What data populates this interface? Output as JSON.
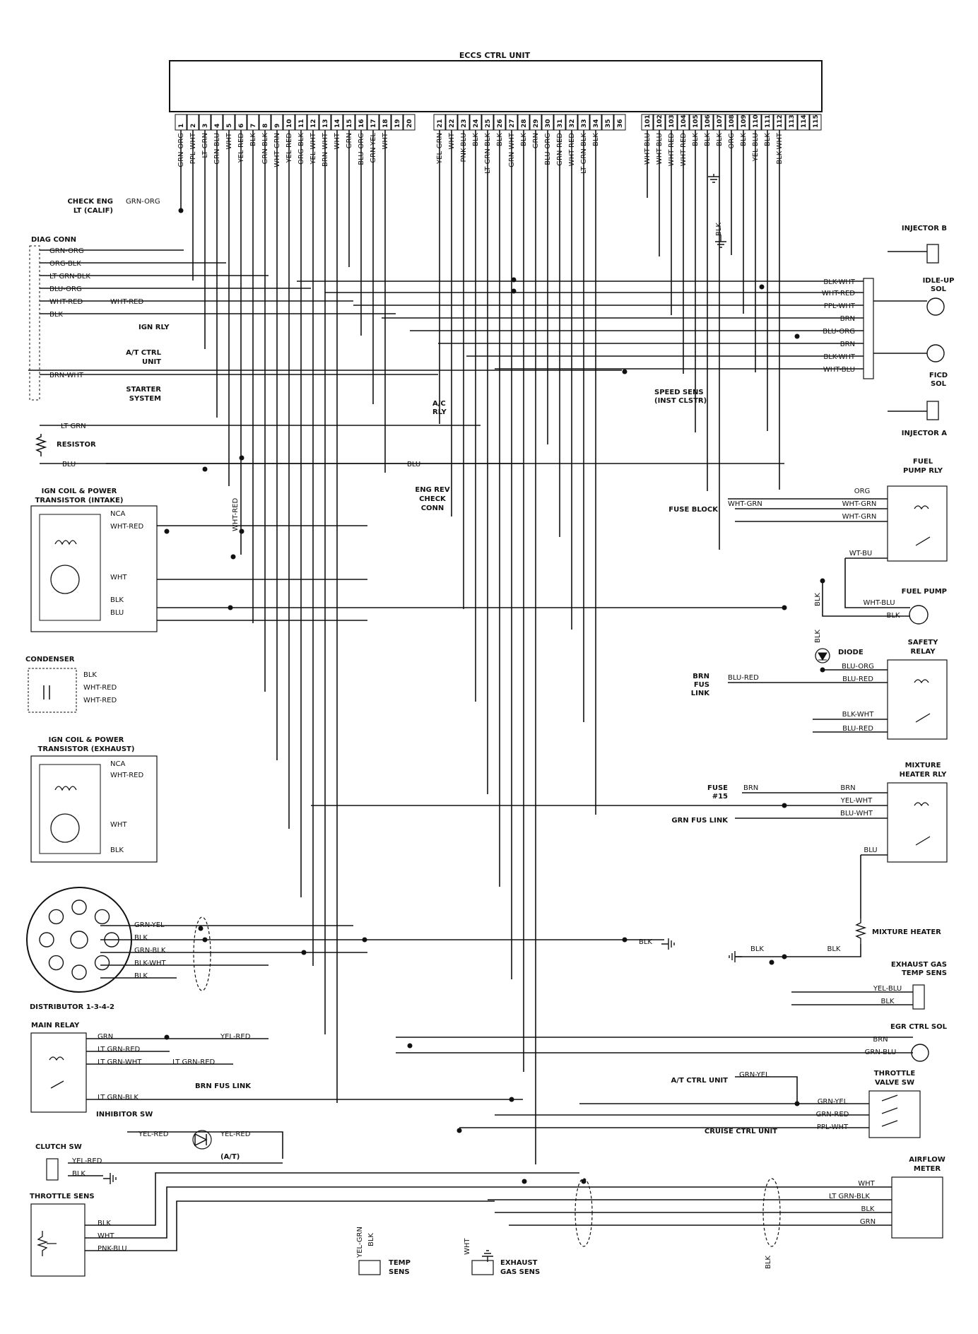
{
  "title": "ECCS CTRL UNIT",
  "ecu_pins": {
    "group1": [
      "1",
      "2",
      "3",
      "4",
      "5",
      "6",
      "7",
      "8",
      "9",
      "10",
      "11",
      "12",
      "13",
      "14",
      "15",
      "16",
      "17",
      "18",
      "19",
      "20"
    ],
    "group2": [
      "21",
      "22",
      "23",
      "24",
      "25",
      "26",
      "27",
      "28",
      "29",
      "30",
      "31",
      "32",
      "33",
      "34",
      "35",
      "36"
    ],
    "group3": [
      "101",
      "102",
      "103",
      "104",
      "105",
      "106",
      "107",
      "108",
      "109",
      "110",
      "111",
      "112",
      "113",
      "114",
      "115"
    ]
  },
  "ecu_wires": {
    "group1": [
      "GRN-ORG",
      "PPL-WHT",
      "LT GRN",
      "GRN-BLU",
      "WHT",
      "YEL-RED",
      "BLK",
      "GRN-BLK",
      "WHT-GRN",
      "YEL-RED",
      "ORG-BLK",
      "YEL-WHT",
      "BRN-WHT",
      "WHT",
      "GRN",
      "BLU-ORG",
      "GRN-YEL",
      "WHT"
    ],
    "group2": [
      "YEL-GRN",
      "WHT",
      "PNK-BLU",
      "BLK",
      "LT GRN-BLK",
      "BLK",
      "GRN-WHT",
      "BLK",
      "GRN",
      "BLU-ORG",
      "GRN-RED",
      "WHT-RED",
      "LT GRN-BLK",
      "BLK"
    ],
    "group3": [
      "WHT-BLU",
      "WHT-BLU",
      "WHT-RED",
      "WHT-RED",
      "BLK",
      "BLK",
      "BLK",
      "ORG",
      "BLK",
      "YEL-BLU",
      "BLK",
      "BLK-WHT"
    ]
  },
  "left_components": {
    "check_eng": [
      "CHECK ENG",
      "LT (CALIF)"
    ],
    "check_eng_wire": "GRN-ORG",
    "diag_conn": "DIAG CONN",
    "diag_wires": [
      "GRN-ORG",
      "ORG-BLK",
      "LT GRN-BLK",
      "BLU-ORG",
      "WHT-RED",
      "BLK",
      "BRN-WHT"
    ],
    "diag_wht_red": "WHT-RED",
    "ign_rly": "IGN RLY",
    "at_ctrl_unit": [
      "A/T CTRL",
      "UNIT"
    ],
    "starter": [
      "STARTER",
      "SYSTEM"
    ],
    "ac_rly": [
      "A/C",
      "RLY"
    ],
    "speed_sens": [
      "SPEED SENS",
      "(INST CLSTR)"
    ],
    "lt_grn": "LT GRN",
    "resistor": "RESISTOR",
    "blu": "BLU",
    "blu2": "BLU",
    "eng_rev": [
      "ENG REV",
      "CHECK",
      "CONN"
    ],
    "ign_coil_intake": [
      "IGN COIL & POWER",
      "TRANSISTOR (INTAKE)"
    ],
    "intake_wires": [
      "NCA",
      "WHT-RED",
      "WHT",
      "BLK",
      "BLU"
    ],
    "wht_red_vertical": "WHT-RED",
    "condenser": "CONDENSER",
    "condenser_wires": [
      "BLK",
      "WHT-RED",
      "WHT-RED"
    ],
    "ign_coil_exhaust": [
      "IGN COIL & POWER",
      "TRANSISTOR (EXHAUST)"
    ],
    "exhaust_wires": [
      "NCA",
      "WHT-RED",
      "WHT",
      "BLK"
    ],
    "distributor_wires": [
      "GRN-YEL",
      "BLK",
      "GRN-BLK",
      "BLK-WHT",
      "BLK"
    ],
    "distributor": "DISTRIBUTOR 1-3-4-2",
    "blk_ground": "BLK",
    "main_relay": "MAIN RELAY",
    "main_relay_wires": [
      "GRN",
      "LT GRN-RED",
      "LT GRN-WHT",
      "LT GRN-BLK"
    ],
    "main_yel_red": "YEL-RED",
    "main_lt_grn_red": "LT GRN-RED",
    "brn_fus_link": "BRN FUS LINK",
    "inhibitor_sw": "INHIBITOR SW",
    "inhibitor_wires": [
      "YEL-RED",
      "YEL-RED"
    ],
    "at_mark": "(A/T)",
    "clutch_sw": "CLUTCH SW",
    "clutch_wires": [
      "YEL-RED",
      "BLK"
    ],
    "throttle_sens": "THROTTLE SENS",
    "throttle_wires": [
      "BLK",
      "WHT",
      "PNK-BLU"
    ],
    "temp_sens_wires": [
      "YEL-GRN",
      "BLK"
    ],
    "temp_sens": [
      "TEMP",
      "SENS"
    ],
    "exh_gas_wire": "WHT",
    "exh_gas_sens": [
      "EXHAUST",
      "GAS SENS"
    ]
  },
  "right_components": {
    "injector_b": "INJECTOR B",
    "injector_a": "INJECTOR A",
    "idle_up": [
      "IDLE-UP",
      "SOL"
    ],
    "ficd": [
      "FICD",
      "SOL"
    ],
    "inj_wires": [
      "BLK-WHT",
      "WHT-RED",
      "PPL-WHT",
      "BRN",
      "BLU-ORG",
      "BRN",
      "BLK-WHT",
      "WHT-BLU"
    ],
    "blk_ecm_ground": "BLK",
    "fuel_pump_rly": [
      "FUEL",
      "PUMP RLY"
    ],
    "fuse_block": "FUSE BLOCK",
    "fpr_wires": [
      "WHT-GRN",
      "ORG",
      "WHT-GRN",
      "WHT-GRN",
      "WT-BU"
    ],
    "fuel_pump": "FUEL PUMP",
    "fuel_pump_wires": [
      "WHT-BLU",
      "BLK"
    ],
    "blk_vert": [
      "BLK",
      "BLK"
    ],
    "diode": "DIODE",
    "safety_relay": [
      "SAFETY",
      "RELAY"
    ],
    "brn_fus": [
      "BRN",
      "FUS",
      "LINK"
    ],
    "safety_wires": [
      "BLU-RED",
      "BLU-ORG",
      "BLU-RED",
      "BLK-WHT",
      "BLU-RED"
    ],
    "mixture_rly": [
      "MIXTURE",
      "HEATER RLY"
    ],
    "fuse15": [
      "FUSE",
      "#15"
    ],
    "mixture_wires": [
      "BRN",
      "BRN",
      "YEL-WHT",
      "BLU-WHT",
      "BLU"
    ],
    "grn_fus_link": "GRN FUS LINK",
    "mixture_heater": "MIXTURE HEATER",
    "mh_wires": [
      "BLK",
      "BLK"
    ],
    "exh_temp": [
      "EXHAUST GAS",
      "TEMP SENS"
    ],
    "exh_temp_wires": [
      "YEL-BLU",
      "BLK"
    ],
    "egr": "EGR CTRL SOL",
    "egr_wires": [
      "BRN",
      "GRN-BLU"
    ],
    "at_ctrl_unit2": "A/T CTRL UNIT",
    "throttle_valve": [
      "THROTTLE",
      "VALVE SW"
    ],
    "tv_wires": [
      "GRN-YEL",
      "GRN-YEL",
      "GRN-RED",
      "PPL-WHT"
    ],
    "cruise": "CRUISE CTRL UNIT",
    "airflow": [
      "AIRFLOW",
      "METER"
    ],
    "airflow_wires": [
      "WHT",
      "LT GRN-BLK",
      "BLK",
      "GRN"
    ],
    "airflow_blk": "BLK"
  }
}
